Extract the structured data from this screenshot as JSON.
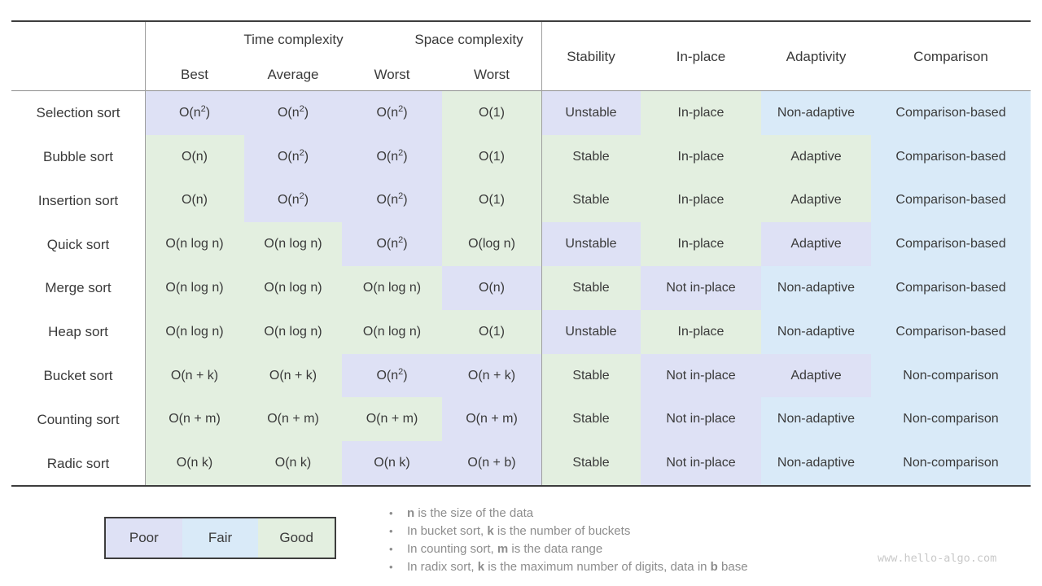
{
  "table": {
    "group_headers": {
      "time": "Time complexity",
      "space": "Space complexity"
    },
    "sub_headers": [
      "Best",
      "Average",
      "Worst",
      "Worst"
    ],
    "attr_headers": [
      "Stability",
      "In-place",
      "Adaptivity",
      "Comparison"
    ],
    "rating_colors": {
      "poor": "#dee1f5",
      "fair": "#d9eaf8",
      "good": "#e3efe0"
    },
    "rows": [
      {
        "label": "Selection sort",
        "cells": [
          {
            "text": "O(n^2)",
            "rating": "poor"
          },
          {
            "text": "O(n^2)",
            "rating": "poor"
          },
          {
            "text": "O(n^2)",
            "rating": "poor"
          },
          {
            "text": "O(1)",
            "rating": "good"
          },
          {
            "text": "Unstable",
            "rating": "poor"
          },
          {
            "text": "In-place",
            "rating": "good"
          },
          {
            "text": "Non-adaptive",
            "rating": "fair"
          },
          {
            "text": "Comparison-based",
            "rating": "fair"
          }
        ]
      },
      {
        "label": "Bubble sort",
        "cells": [
          {
            "text": "O(n)",
            "rating": "good"
          },
          {
            "text": "O(n^2)",
            "rating": "poor"
          },
          {
            "text": "O(n^2)",
            "rating": "poor"
          },
          {
            "text": "O(1)",
            "rating": "good"
          },
          {
            "text": "Stable",
            "rating": "good"
          },
          {
            "text": "In-place",
            "rating": "good"
          },
          {
            "text": "Adaptive",
            "rating": "good"
          },
          {
            "text": "Comparison-based",
            "rating": "fair"
          }
        ]
      },
      {
        "label": "Insertion sort",
        "cells": [
          {
            "text": "O(n)",
            "rating": "good"
          },
          {
            "text": "O(n^2)",
            "rating": "poor"
          },
          {
            "text": "O(n^2)",
            "rating": "poor"
          },
          {
            "text": "O(1)",
            "rating": "good"
          },
          {
            "text": "Stable",
            "rating": "good"
          },
          {
            "text": "In-place",
            "rating": "good"
          },
          {
            "text": "Adaptive",
            "rating": "good"
          },
          {
            "text": "Comparison-based",
            "rating": "fair"
          }
        ]
      },
      {
        "label": "Quick sort",
        "cells": [
          {
            "text": "O(n log n)",
            "rating": "good"
          },
          {
            "text": "O(n log n)",
            "rating": "good"
          },
          {
            "text": "O(n^2)",
            "rating": "poor"
          },
          {
            "text": "O(log n)",
            "rating": "good"
          },
          {
            "text": "Unstable",
            "rating": "poor"
          },
          {
            "text": "In-place",
            "rating": "good"
          },
          {
            "text": "Adaptive",
            "rating": "poor"
          },
          {
            "text": "Comparison-based",
            "rating": "fair"
          }
        ]
      },
      {
        "label": "Merge sort",
        "cells": [
          {
            "text": "O(n log n)",
            "rating": "good"
          },
          {
            "text": "O(n log n)",
            "rating": "good"
          },
          {
            "text": "O(n log n)",
            "rating": "good"
          },
          {
            "text": "O(n)",
            "rating": "poor"
          },
          {
            "text": "Stable",
            "rating": "good"
          },
          {
            "text": "Not in-place",
            "rating": "poor"
          },
          {
            "text": "Non-adaptive",
            "rating": "fair"
          },
          {
            "text": "Comparison-based",
            "rating": "fair"
          }
        ]
      },
      {
        "label": "Heap sort",
        "cells": [
          {
            "text": "O(n log n)",
            "rating": "good"
          },
          {
            "text": "O(n log n)",
            "rating": "good"
          },
          {
            "text": "O(n log n)",
            "rating": "good"
          },
          {
            "text": "O(1)",
            "rating": "good"
          },
          {
            "text": "Unstable",
            "rating": "poor"
          },
          {
            "text": "In-place",
            "rating": "good"
          },
          {
            "text": "Non-adaptive",
            "rating": "fair"
          },
          {
            "text": "Comparison-based",
            "rating": "fair"
          }
        ]
      },
      {
        "label": "Bucket sort",
        "cells": [
          {
            "text": "O(n + k)",
            "rating": "good"
          },
          {
            "text": "O(n + k)",
            "rating": "good"
          },
          {
            "text": "O(n^2)",
            "rating": "poor"
          },
          {
            "text": "O(n + k)",
            "rating": "poor"
          },
          {
            "text": "Stable",
            "rating": "good"
          },
          {
            "text": "Not in-place",
            "rating": "poor"
          },
          {
            "text": "Adaptive",
            "rating": "poor"
          },
          {
            "text": "Non-comparison",
            "rating": "fair"
          }
        ]
      },
      {
        "label": "Counting sort",
        "cells": [
          {
            "text": "O(n + m)",
            "rating": "good"
          },
          {
            "text": "O(n + m)",
            "rating": "good"
          },
          {
            "text": "O(n + m)",
            "rating": "good"
          },
          {
            "text": "O(n + m)",
            "rating": "poor"
          },
          {
            "text": "Stable",
            "rating": "good"
          },
          {
            "text": "Not in-place",
            "rating": "poor"
          },
          {
            "text": "Non-adaptive",
            "rating": "fair"
          },
          {
            "text": "Non-comparison",
            "rating": "fair"
          }
        ]
      },
      {
        "label": "Radic sort",
        "cells": [
          {
            "text": "O(n k)",
            "rating": "good"
          },
          {
            "text": "O(n k)",
            "rating": "good"
          },
          {
            "text": "O(n k)",
            "rating": "poor"
          },
          {
            "text": "O(n + b)",
            "rating": "poor"
          },
          {
            "text": "Stable",
            "rating": "good"
          },
          {
            "text": "Not in-place",
            "rating": "poor"
          },
          {
            "text": "Non-adaptive",
            "rating": "fair"
          },
          {
            "text": "Non-comparison",
            "rating": "fair"
          }
        ]
      }
    ]
  },
  "legend": {
    "items": [
      {
        "label": "Poor",
        "rating": "poor"
      },
      {
        "label": "Fair",
        "rating": "fair"
      },
      {
        "label": "Good",
        "rating": "good"
      }
    ]
  },
  "notes": [
    "**n** is the size of the data",
    "In bucket sort, **k** is the number of buckets",
    "In counting sort, **m** is the data range",
    "In radix sort, **k** is the maximum number of digits, data in **b** base"
  ],
  "watermark": "www.hello-algo.com"
}
